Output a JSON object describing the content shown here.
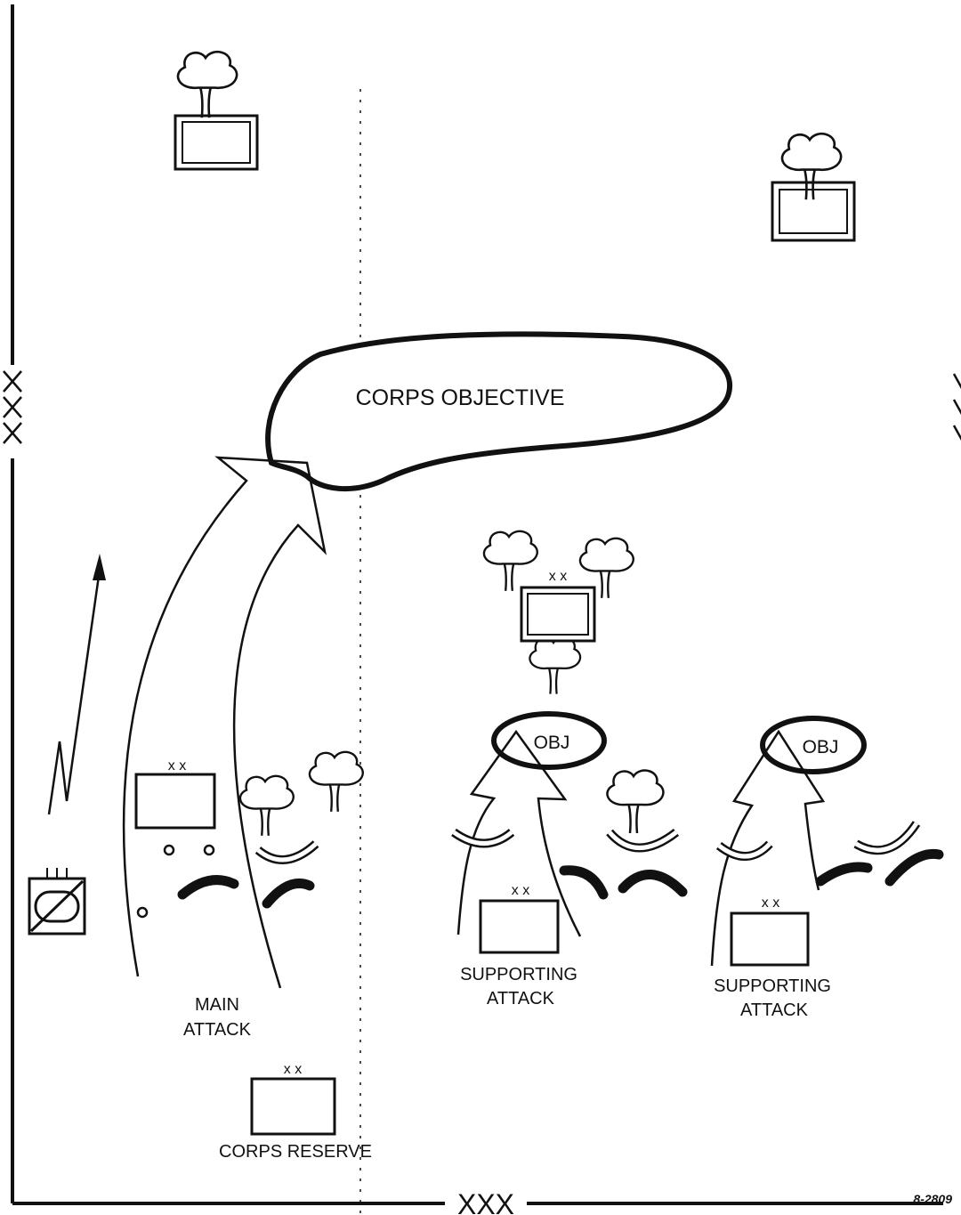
{
  "labels": {
    "corps_objective": "CORPS OBJECTIVE",
    "main_attack_line1": "MAIN",
    "main_attack_line2": "ATTACK",
    "corps_reserve": "CORPS RESERVE",
    "supporting_attack_1_line1": "SUPPORTING",
    "supporting_attack_1_line2": "ATTACK",
    "supporting_attack_2_line1": "SUPPORTING",
    "supporting_attack_2_line2": "ATTACK",
    "obj_1": "OBJ",
    "obj_2": "OBJ",
    "division_echelon": "x x",
    "corps_boundary": "XXX",
    "figure_number": "8-2809"
  },
  "colors": {
    "ink": "#111111",
    "background": "#ffffff"
  }
}
